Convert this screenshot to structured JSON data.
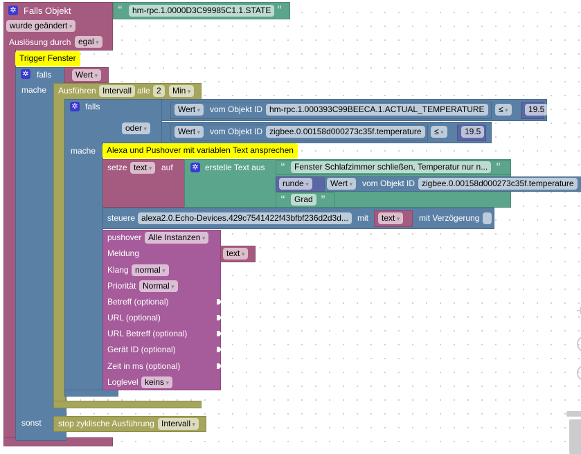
{
  "trigger": {
    "title": "Falls Objekt",
    "object_id": "hm-rpc.1.0000D3C99985C1.1.STATE",
    "mode": "wurde geändert",
    "source_label": "Auslösung durch",
    "source": "egal"
  },
  "comment1": "Trigger Fenster",
  "if1": {
    "label": "falls",
    "value": "Wert",
    "do_label": "mache",
    "else_label": "sonst"
  },
  "interval": {
    "label": "Ausführen",
    "name": "Intervall",
    "every": "alle",
    "amount": "2",
    "unit": "Min"
  },
  "if2": {
    "label": "falls",
    "or_label": "oder",
    "do_label": "mache",
    "cond1": {
      "prop": "Wert",
      "of": "vom Objekt ID",
      "id": "hm-rpc.1.000393C99BEECA.1.ACTUAL_TEMPERATURE",
      "op": "≤",
      "value": "19.5"
    },
    "cond2": {
      "prop": "Wert",
      "of": "vom Objekt ID",
      "id": "zigbee.0.00158d000273c35f.temperature",
      "op": "≤",
      "value": "19.5"
    }
  },
  "comment2": "Alexa und Pushover mit variablen Text ansprechen",
  "set": {
    "label": "setze",
    "var": "text",
    "to": "auf",
    "create": "erstelle Text aus",
    "str1": "Fenster Schlafzimmer schließen, Temperatur nur n...",
    "round": "runde",
    "prop": "Wert",
    "of": "vom Objekt ID",
    "id": "zigbee.0.00158d000273c35f.temperature",
    "str2": "Grad"
  },
  "control": {
    "label": "steuere",
    "id": "alexa2.0.Echo-Devices.429c7541422f43bfbf236d2d3d...",
    "with": "mit",
    "var": "text",
    "delay": "mit Verzögerung"
  },
  "pushover": {
    "label": "pushover",
    "instance": "Alle Instanzen",
    "message": "Meldung",
    "message_var": "text",
    "sound_label": "Klang",
    "sound": "normal",
    "prio_label": "Priorität",
    "prio": "Normal",
    "subject": "Betreff (optional)",
    "url": "URL (optional)",
    "url_title": "URL Betreff (optional)",
    "device": "Gerät ID (optional)",
    "ttl": "Zeit in ms (optional)",
    "loglevel_label": "Loglevel",
    "loglevel": "keins"
  },
  "stop": {
    "label": "stop zyklische Ausführung",
    "name": "Intervall"
  }
}
